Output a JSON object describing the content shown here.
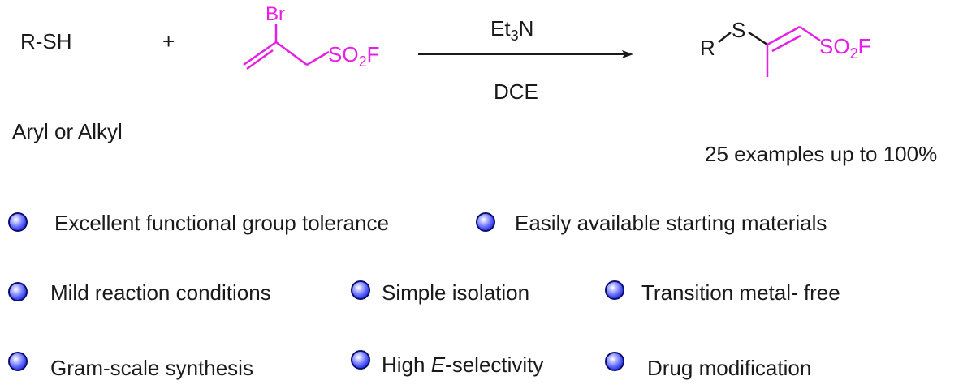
{
  "reaction": {
    "reactant1": "R-SH",
    "reactant1_note": "Aryl or Alkyl",
    "plus": "+",
    "reagent_br": "Br",
    "so2f_so": "SO",
    "so2f_sub": "2",
    "so2f_f": "F",
    "reagent_top_a": "Et",
    "reagent_top_sub": "3",
    "reagent_top_b": "N",
    "solvent": "DCE",
    "product_r": "R",
    "product_s": "S",
    "yield_note": "25 examples up to 100%",
    "colors": {
      "highlight": "#e61ee6",
      "bond": "#1a1a1a"
    }
  },
  "features": {
    "f1": "Excellent functional group tolerance",
    "f2": "Easily available starting materials",
    "f3": "Mild reaction conditions",
    "f4": "Simple isolation",
    "f5": "Transition metal- free",
    "f6": "Gram-scale synthesis",
    "f7_a": "High ",
    "f7_i": "E",
    "f7_b": "-selectivity",
    "f8": "Drug modification",
    "bullet_icon": "blue-sphere-icon"
  }
}
